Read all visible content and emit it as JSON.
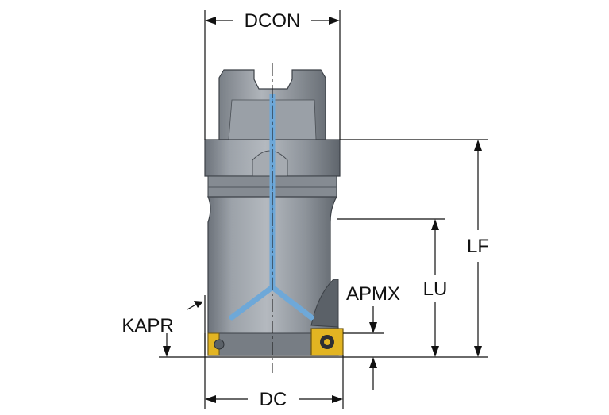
{
  "labels": {
    "dcon": "DCON",
    "dc": "DC",
    "lf": "LF",
    "lu": "LU",
    "apmx": "APMX",
    "kapr": "KAPR"
  },
  "colors": {
    "body_gray": "#8f959c",
    "body_light": "#b9bec4",
    "body_dark": "#5e646b",
    "coolant_blue": "#6ea8d8",
    "insert_gold": "#e2b422",
    "line": "#111111"
  },
  "icons": {
    "insert": "insert-icon",
    "screw": "screw-icon"
  }
}
